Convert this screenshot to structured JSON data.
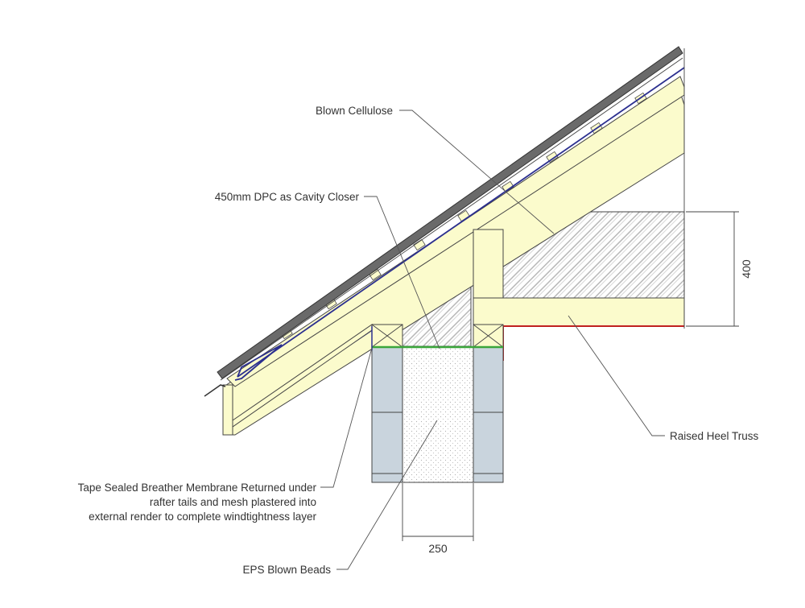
{
  "labels": {
    "blown_cellulose": "Blown Cellulose",
    "dpc_cavity_closer": "450mm DPC as Cavity Closer",
    "raised_heel_truss": "Raised Heel Truss",
    "breather_membrane_line1": "Tape Sealed Breather Membrane Returned under",
    "breather_membrane_line2": "rafter tails and mesh plastered into",
    "breather_membrane_line3": "external render to complete windtightness layer",
    "eps_blown_beads": "EPS Blown Beads"
  },
  "dimensions": {
    "heel_height": "400",
    "wall_cavity_width": "250"
  },
  "colors": {
    "timber": "#fbfbcc",
    "block": "#c9d4dd",
    "dpc": "#3aa63a",
    "membrane": "#2b2f8f",
    "ceiling_seal": "#c02020",
    "tile": "#555555"
  }
}
